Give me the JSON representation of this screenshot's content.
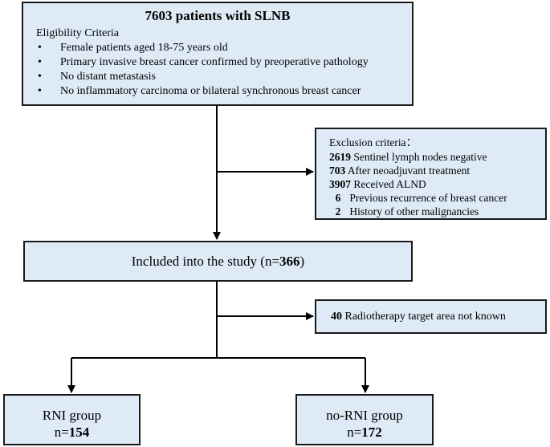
{
  "top_box": {
    "title": "7603 patients with SLNB",
    "criteria_header": "Eligibility Criteria",
    "bullet": "•",
    "criteria": [
      "Female patients aged 18-75 years old",
      "Primary invasive breast cancer confirmed by preoperative pathology",
      "No distant metastasis",
      "No inflammatory carcinoma or bilateral synchronous breast cancer"
    ]
  },
  "exclusion_box": {
    "title": "Exclusion criteria：",
    "items": [
      {
        "count": "2619",
        "text": " Sentinel  lymph nodes negative"
      },
      {
        "count": "703",
        "text": "  After neoadjuvant treatment"
      },
      {
        "count": "3907",
        "text": " Received ALND"
      },
      {
        "count": "6",
        "text": "  Previous recurrence of breast cancer"
      },
      {
        "count": "2",
        "text": "  History of  other malignancies"
      }
    ]
  },
  "included_box": {
    "text": "Included into the study (n=",
    "count": "366",
    "suffix": ")"
  },
  "exclusion_box_2": {
    "count": "40",
    "text": " Radiotherapy target area not  known"
  },
  "group_rni": {
    "label": "RNI group",
    "n_prefix": "n=",
    "count": "154"
  },
  "group_no_rni": {
    "label": "no-RNI group",
    "n_prefix": "n=",
    "count": "172"
  }
}
